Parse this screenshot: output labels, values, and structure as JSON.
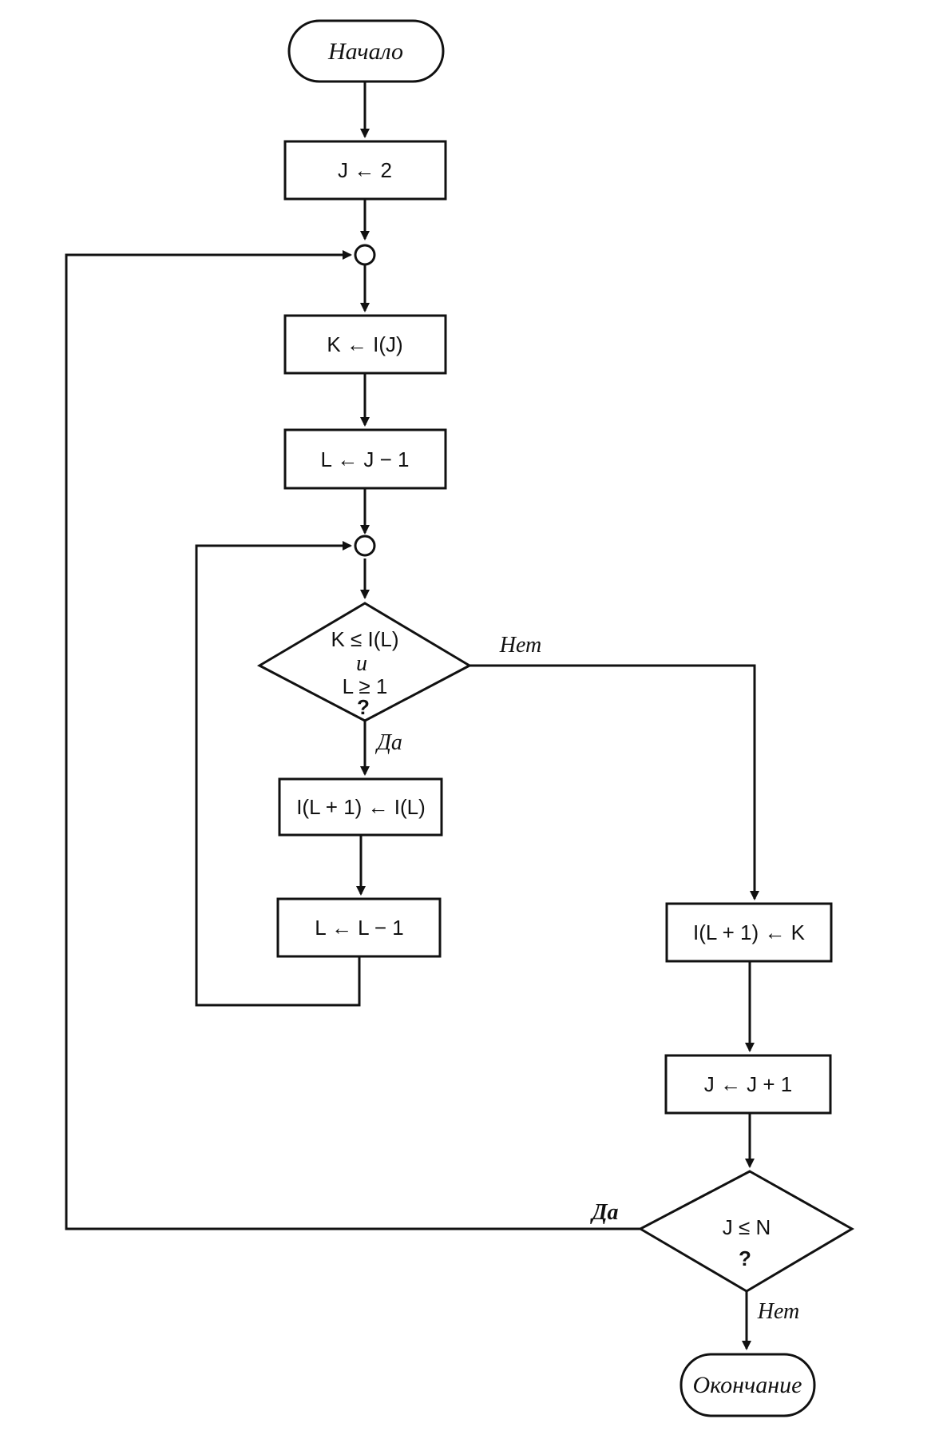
{
  "nodes": {
    "start": "Начало",
    "init_j": "J ← 2",
    "set_k": "K ← I(J)",
    "set_l": "L ← J − 1",
    "cond_inner": {
      "line1": "K ≤ I(L)",
      "line2": "и",
      "line3": "L ≥ 1",
      "line4": "?"
    },
    "shift": "I(L + 1) ← I(L)",
    "dec_l": "L ← L − 1",
    "insert": "I(L + 1) ← K",
    "inc_j": "J ← J + 1",
    "cond_outer": {
      "line1": "J ≤ N",
      "line2": "?"
    },
    "end": "Окончание"
  },
  "labels": {
    "inner_no": "Нет",
    "inner_yes": "Да",
    "outer_yes": "Да",
    "outer_no": "Нет"
  }
}
